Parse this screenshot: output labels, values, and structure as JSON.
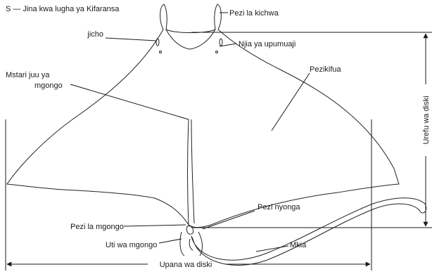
{
  "header": {
    "title": "S — Jina kwa lugha ya Kifaransa"
  },
  "labels": {
    "cephalic_fin": "Pezi la kichwa",
    "eye": "jicho",
    "spiracle": "Njia ya upumuaji",
    "mid_dorsal_line": "Mstari juu ya",
    "mid_dorsal_line_2": "mgongo",
    "pectoral_fin": "Pezikifua",
    "disc_length": "Urefu wa diski",
    "dorsal_fin": "Pezi la mgongo",
    "pelvic_fin": "Pezi nyonga",
    "spine": "Uti wa mgongo",
    "tail": "Mkia",
    "disc_width": "Upana wa diski"
  }
}
